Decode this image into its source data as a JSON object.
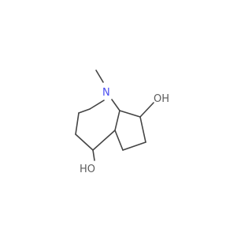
{
  "molecule": {
    "atoms": {
      "nitrogen": "N",
      "hydroxyl_right": "OH",
      "hydroxyl_left": "HO"
    }
  },
  "colors": {
    "nitrogen": "#4a4ef0",
    "oxygen": "#5c5c5c",
    "bond": "#444444",
    "background": "#ffffff"
  }
}
